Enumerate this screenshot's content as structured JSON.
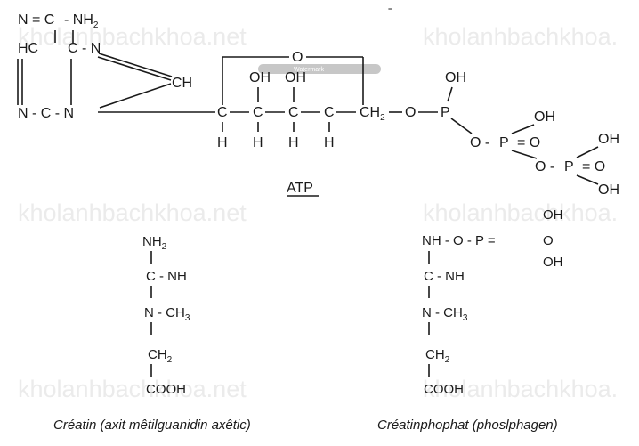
{
  "watermark": {
    "text": "kholanhbachkhoa.net",
    "text_cut": "kholanhbachkhoa.",
    "pill_text": "Watermark"
  },
  "atp": {
    "label": "ATP",
    "atoms": {
      "purine_r1": "N = C",
      "nh2_base": "NH",
      "nh2_sub": "2",
      "hc": "HC",
      "c_n": "C - N",
      "ch": "CH",
      "n_c_n": "N - C - N",
      "ring_o": "O",
      "oh1": "OH",
      "oh2": "OH",
      "c": "C",
      "h": "H",
      "ch2_base": "CH",
      "ch2_sub": "2",
      "o": "O",
      "p": "P",
      "oh": "OH",
      "eq_o": "= O",
      "o_link": "O",
      "o_dash": "O -"
    }
  },
  "creatine": {
    "nh2_base": "NH",
    "nh2_sub": "2",
    "c_nh": "C - NH",
    "n_ch3_base": "N - CH",
    "n_ch3_sub": "3",
    "ch2_base": "CH",
    "ch2_sub": "2",
    "cooh": "COOH",
    "caption": "Créatin (axit mêtilguanidin axêtic)"
  },
  "creatine_phosphate": {
    "nh_o_p": "NH - O - P =",
    "o": "O",
    "oh_top": "OH",
    "oh_bottom": "OH",
    "c_nh": "C - NH",
    "n_ch3_base": "N - CH",
    "n_ch3_sub": "3",
    "ch2_base": "CH",
    "ch2_sub": "2",
    "cooh": "COOH",
    "caption": "Créatinphophat (phoslphagen)"
  },
  "colors": {
    "ink": "#1a1a1a",
    "watermark": "#ebebeb",
    "pill": "#b4b4b4"
  }
}
